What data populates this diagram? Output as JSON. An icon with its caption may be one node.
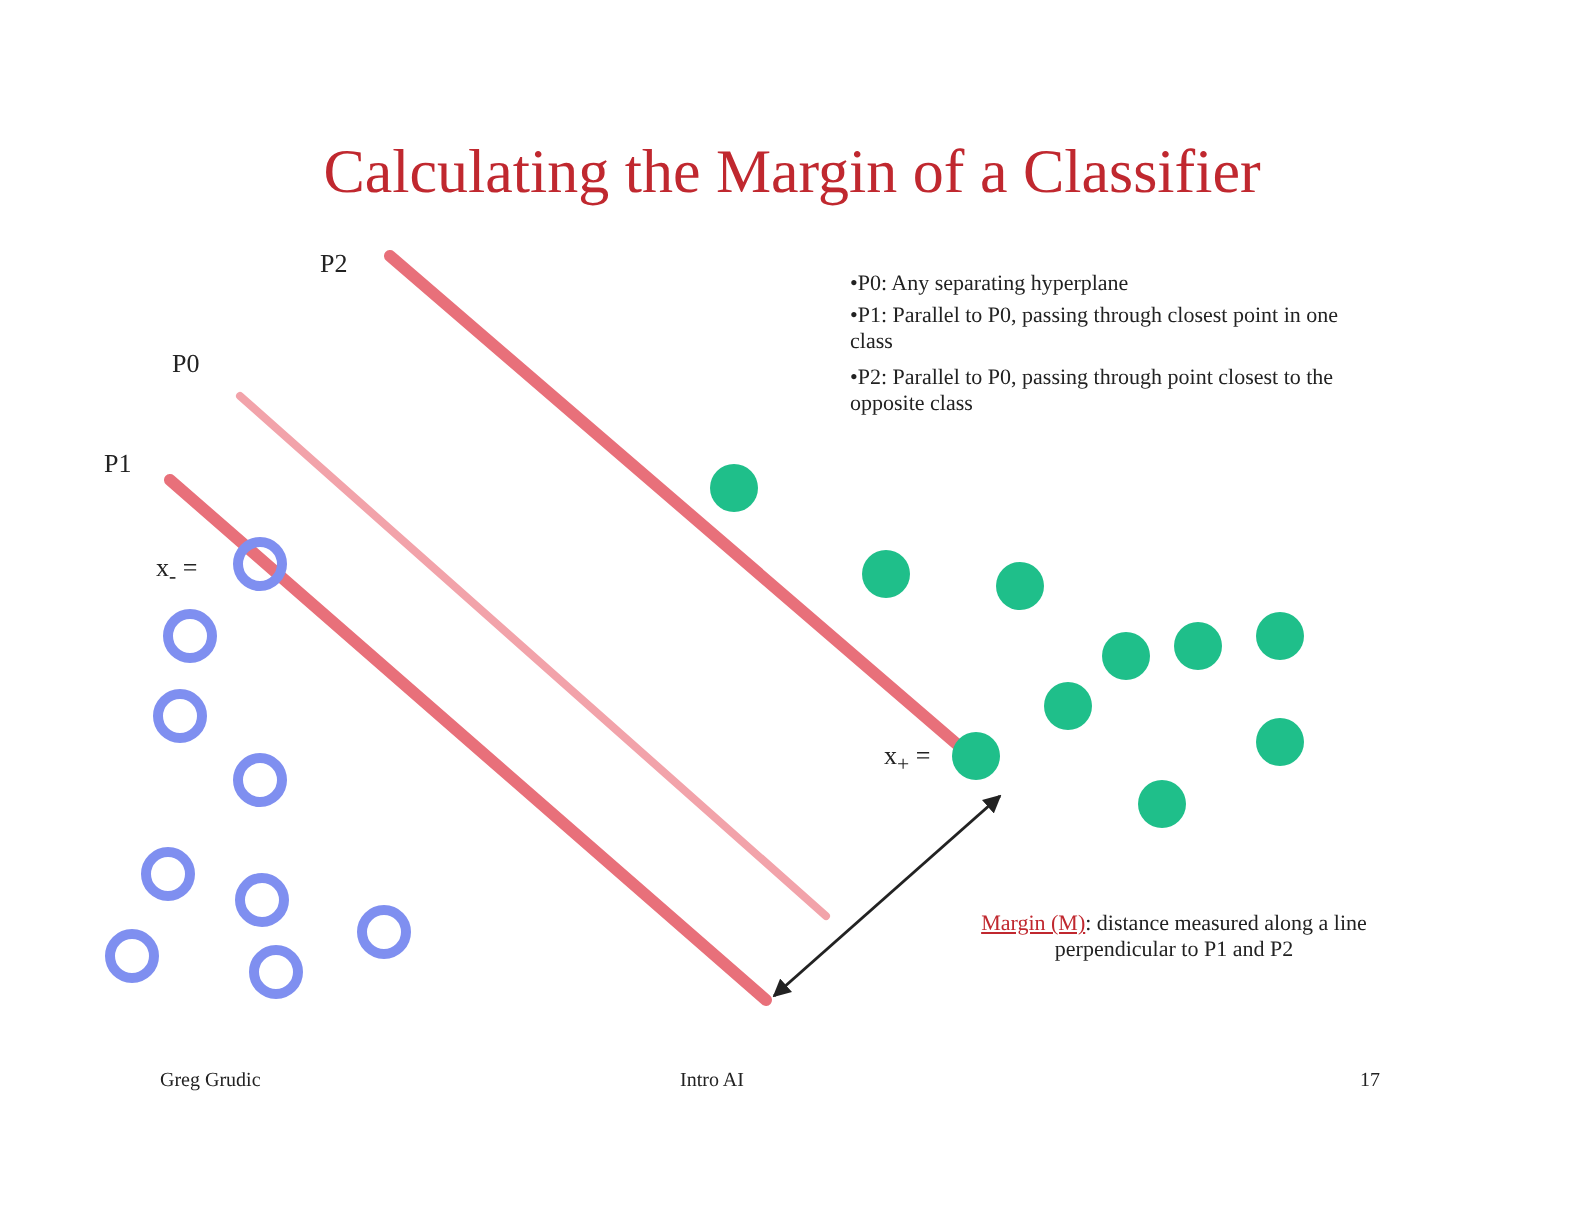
{
  "diagram": {
    "title": "Calculating the Margin of a Classifier",
    "labels": [
      "P2",
      "•P0: Any separating hyperplane",
      "•P1: Parallel to P0, passing through closest point in one class",
      "•P2: Parallel to P0, passing through point closest to the opposite class",
      "P0",
      "P1",
      "x$_{-}$ =",
      "x$_{+}$ =",
      "**Margin (M)**: distance measured along a line perpendicular to P1 and P2",
      "Greg Grudic",
      "Intro AI",
      "17"
    ]
  }
}
